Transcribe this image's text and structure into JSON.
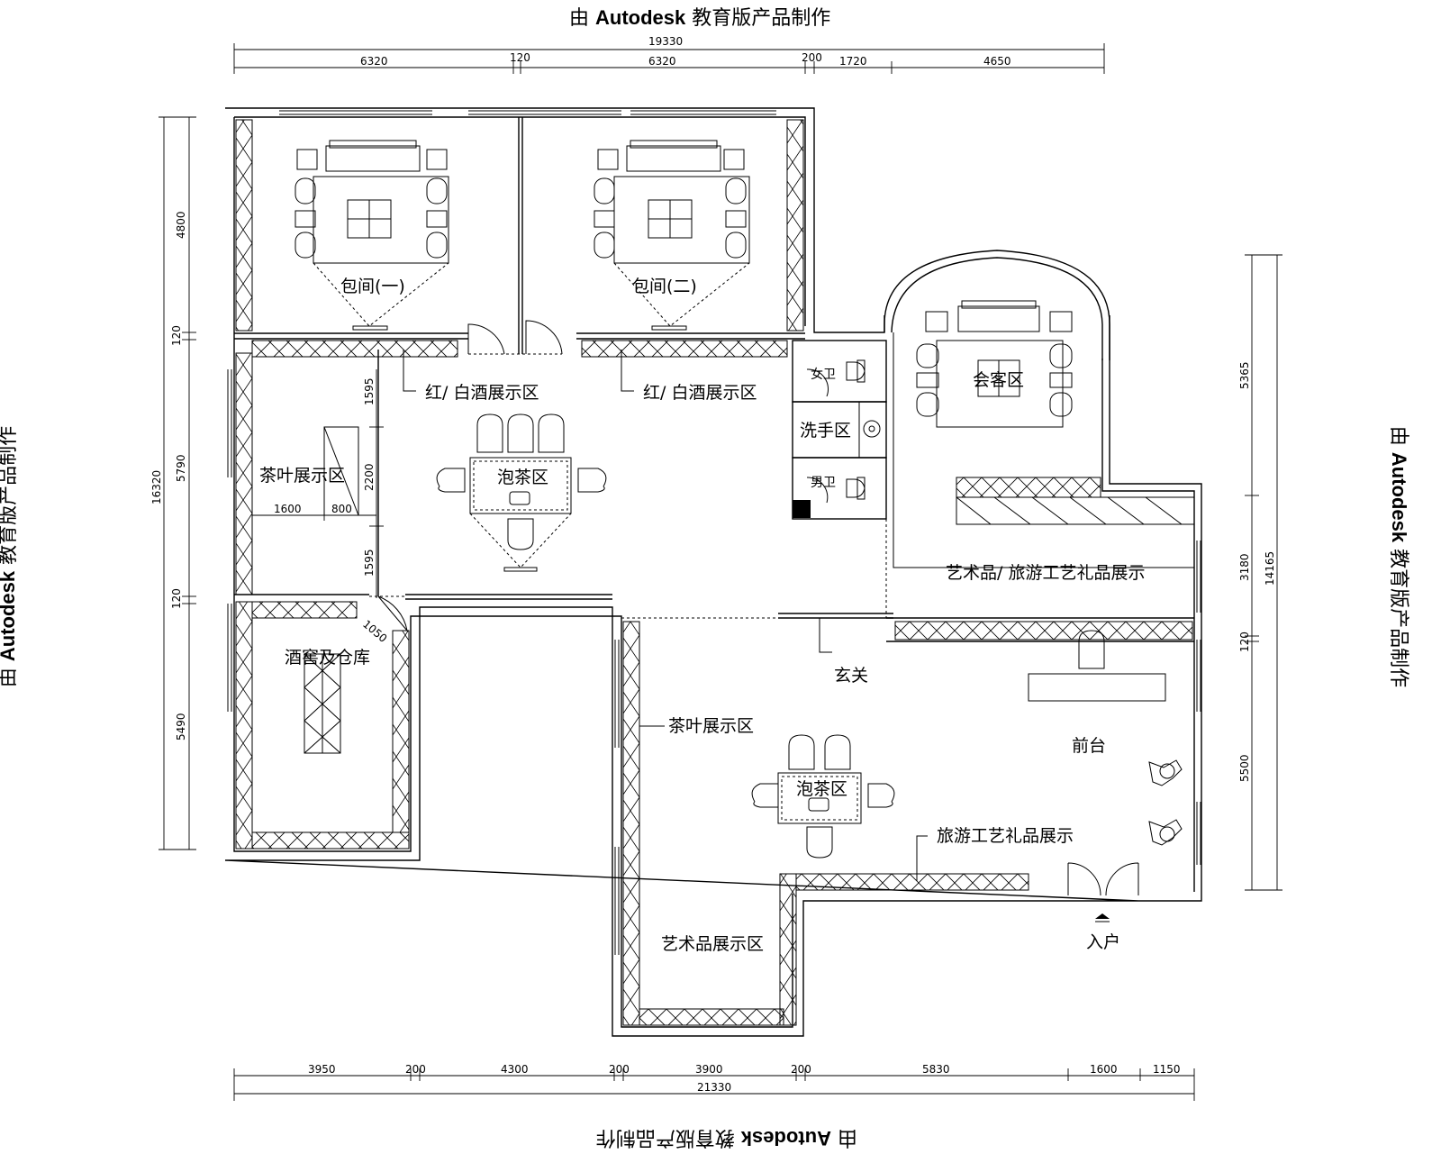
{
  "watermark": {
    "prefix": "由",
    "brand": "Autodesk",
    "suffix": "教育版产品制作"
  },
  "dimensions": {
    "top_total": "19330",
    "top": [
      "6320",
      "120",
      "6320",
      "200",
      "1720",
      "4650"
    ],
    "bottom_total": "21330",
    "bottom": [
      "3950",
      "200",
      "4300",
      "200",
      "3900",
      "200",
      "5830",
      "1600",
      "1150"
    ],
    "left_total": "16320",
    "left": [
      "4800",
      "120",
      "5790",
      "120",
      "5490"
    ],
    "right_total": "14165",
    "right": [
      "5365",
      "3180",
      "120",
      "5500"
    ],
    "tea_vertical": [
      "1595",
      "2200",
      "1595"
    ],
    "tea_horizontal": [
      "1600",
      "800"
    ],
    "cellar_door": "1050"
  },
  "rooms": {
    "private_room_1": "包间(一)",
    "private_room_2": "包间(二)",
    "wine_display_1": "红/ 白酒展示区",
    "wine_display_2": "红/ 白酒展示区",
    "tea_display_west": "茶叶展示区",
    "tea_brewing_center": "泡茶区",
    "womens_wc": "女卫",
    "hand_wash": "洗手区",
    "mens_wc": "男卫",
    "meeting_room": "会客区",
    "art_travel_display": "艺术品/ 旅游工艺礼品展示",
    "cellar_storage": "酒窖及仓库",
    "foyer": "玄关",
    "tea_display_corridor": "茶叶展示区",
    "reception": "前台",
    "tea_brewing_lobby": "泡茶区",
    "travel_gift_display": "旅游工艺礼品展示",
    "art_display": "艺术品展示区",
    "entrance": "入户"
  }
}
